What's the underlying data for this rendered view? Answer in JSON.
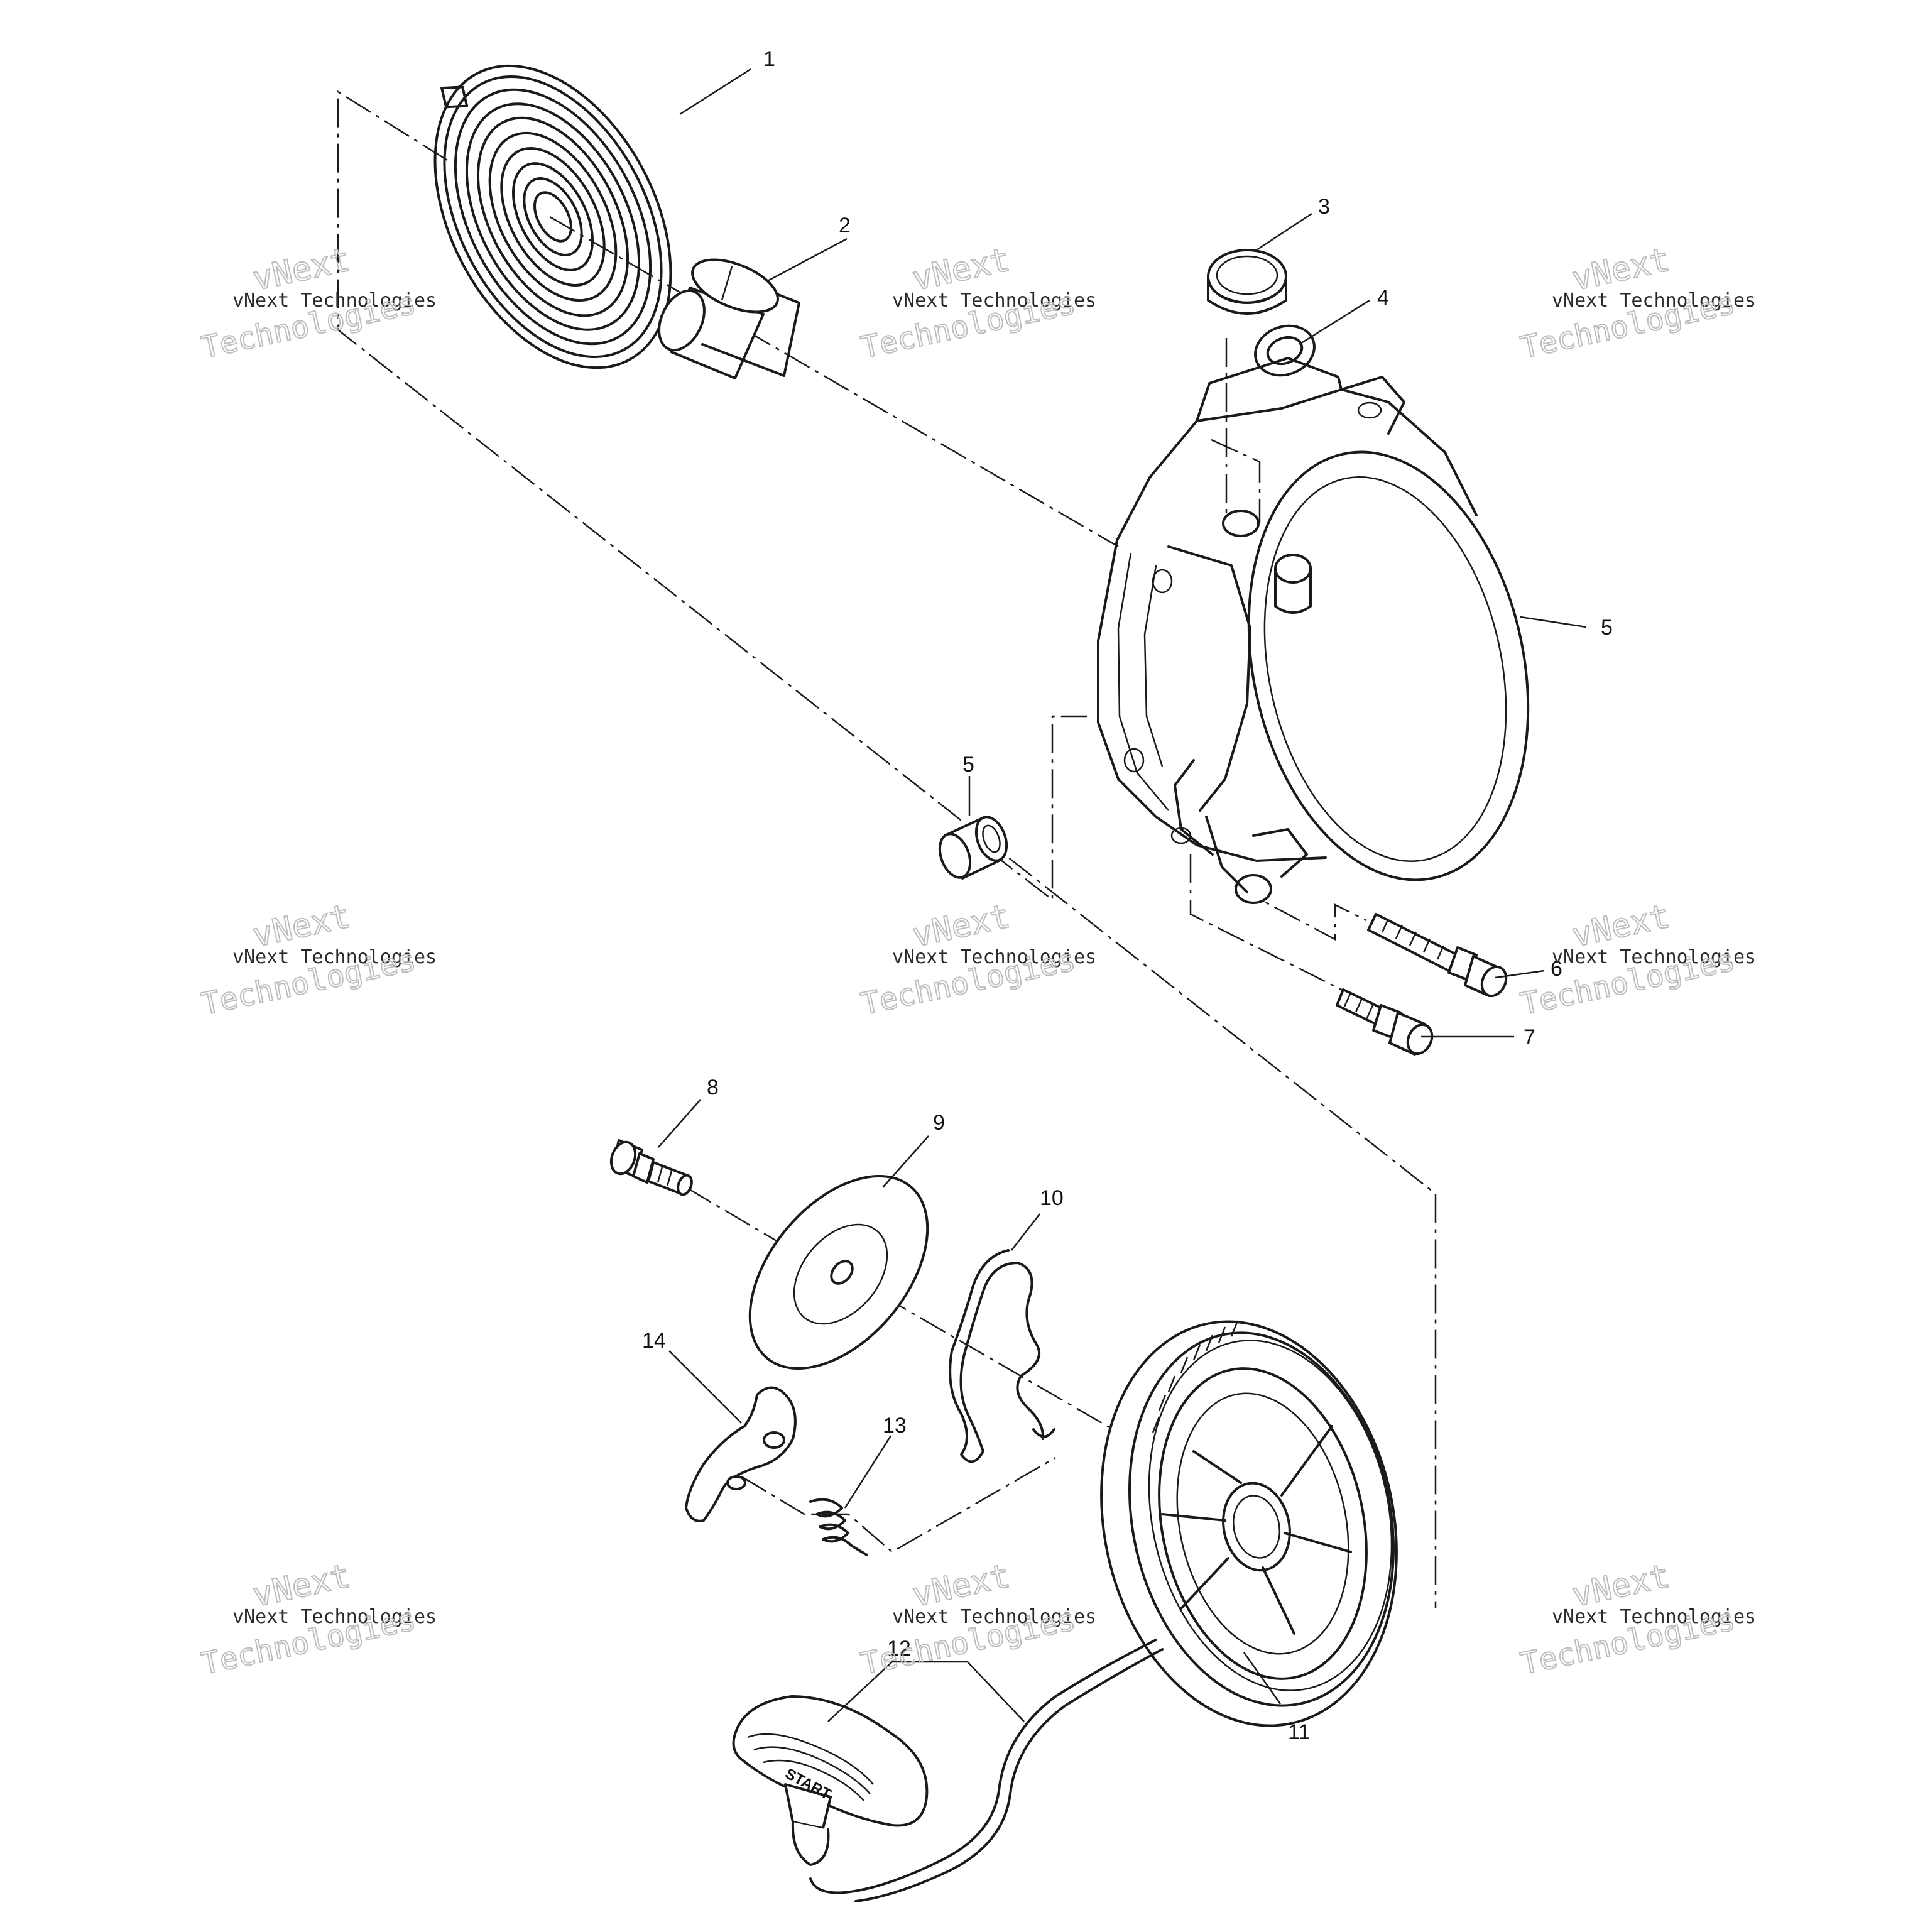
{
  "callouts": [
    "1",
    "2",
    "3",
    "4",
    "5",
    "5",
    "6",
    "7",
    "8",
    "9",
    "10",
    "11",
    "12",
    "13",
    "14"
  ],
  "watermark": {
    "line1": "vNext",
    "line2": "vNext Technologies",
    "line3": "Technologies"
  },
  "handle_text": "START"
}
